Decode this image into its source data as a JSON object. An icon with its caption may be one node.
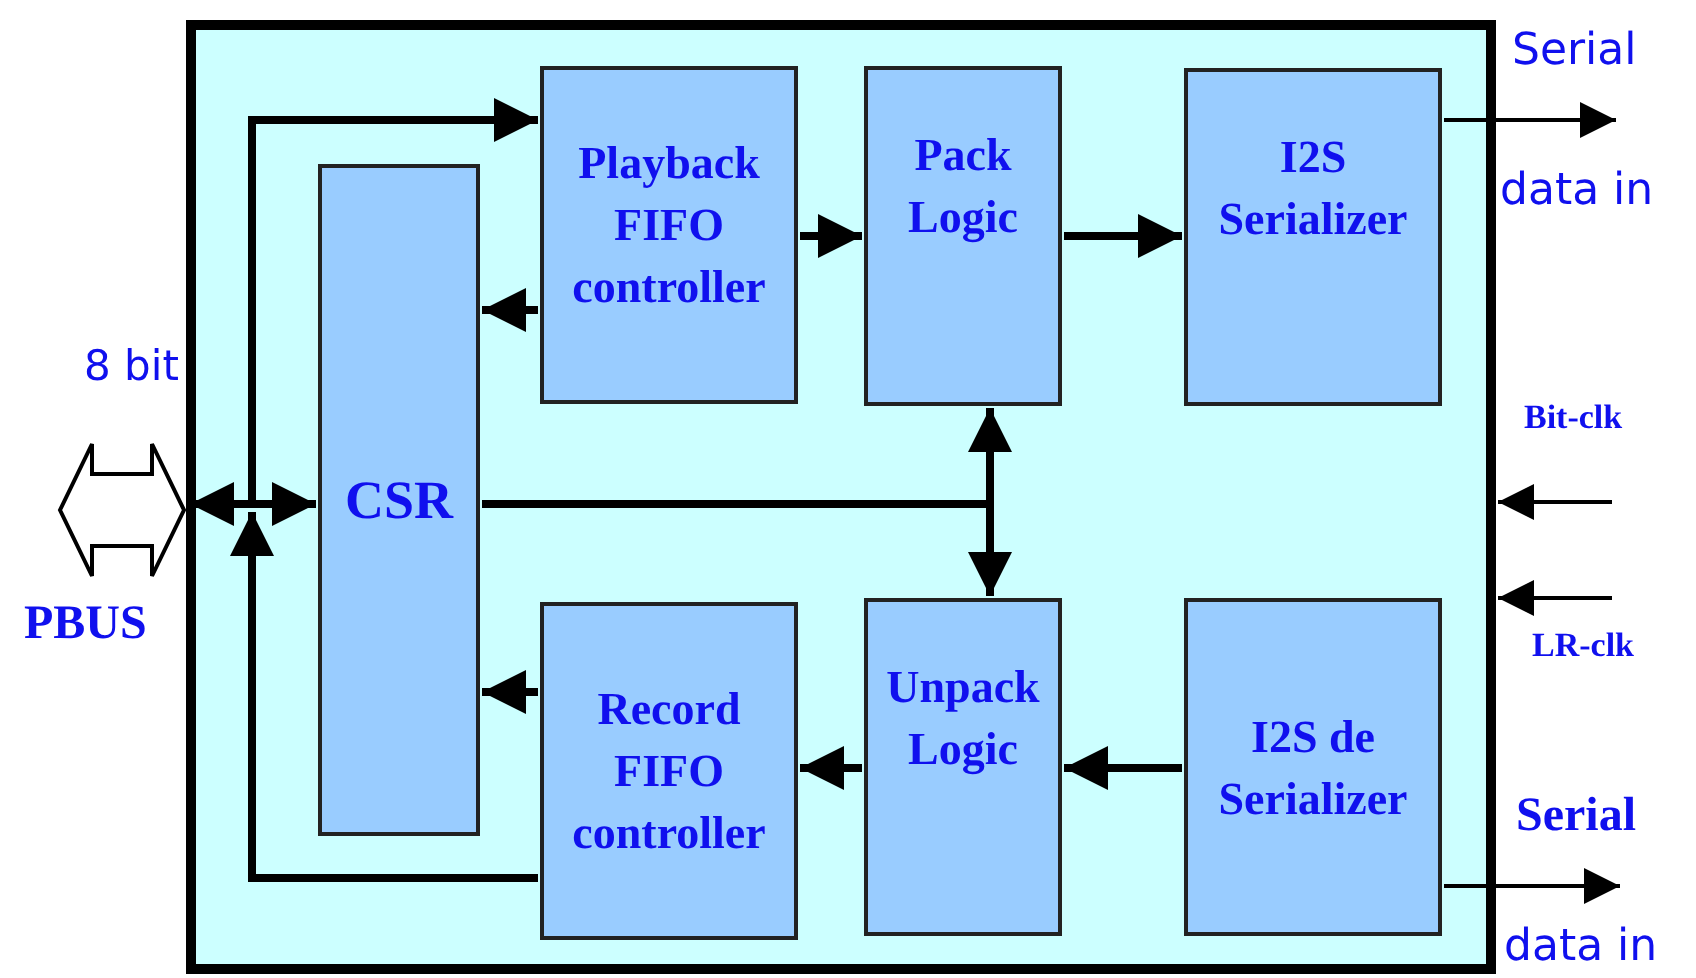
{
  "diagram": {
    "nodes": [
      {
        "text": [],
        "shape": "box"
      },
      {
        "text": [
          "CSR"
        ],
        "in": 0
      },
      {
        "text": [
          "Playback FIFO controller"
        ],
        "in": 0
      },
      {
        "text": [
          "Pack Logic"
        ],
        "in": 0
      },
      {
        "text": [
          "I2S Serializer"
        ],
        "in": 0
      },
      {
        "text": [
          "Record FIFO controller"
        ],
        "in": 0
      },
      {
        "text": [
          "Unpack Logic"
        ],
        "in": 0
      },
      {
        "text": [
          "I2S de Serializer"
        ],
        "in": 0
      },
      {
        "text": [],
        "shape": "arrow",
        "beside": [
          "8 bit",
          "PBUS"
        ]
      }
    ],
    "edges": [
      {
        "from": 2,
        "to": 3,
        "arrow": "to"
      },
      {
        "from": 3,
        "to": 4,
        "arrow": "to"
      },
      {
        "from": 7,
        "to": 6,
        "arrow": "to"
      },
      {
        "from": 6,
        "to": 5,
        "arrow": "to"
      },
      {
        "from": 2,
        "to": 1,
        "arrow": "to"
      },
      {
        "from": 5,
        "to": 1,
        "arrow": "to"
      },
      {
        "from": 1,
        "to": 3,
        "arrow": "to"
      },
      {
        "from": 1,
        "to": 6,
        "arrow": "to"
      },
      {
        "from": 8,
        "to": 1,
        "arrow": "both"
      },
      {
        "from": 8,
        "to": 2,
        "arrow": "to"
      },
      {
        "from": 5,
        "to": 8,
        "arrow": "to"
      },
      {
        "from": 4,
        "to": null,
        "arrow": "to"
      },
      {
        "from": 7,
        "to": null,
        "arrow": "to"
      },
      {
        "from": null,
        "to": 0,
        "arrow": "to"
      },
      {
        "from": null,
        "to": 0,
        "arrow": "to"
      }
    ],
    "labels": [
      "Serial",
      "data in",
      "Bit-clk",
      "LR-clk",
      "Serial",
      "data in"
    ]
  }
}
